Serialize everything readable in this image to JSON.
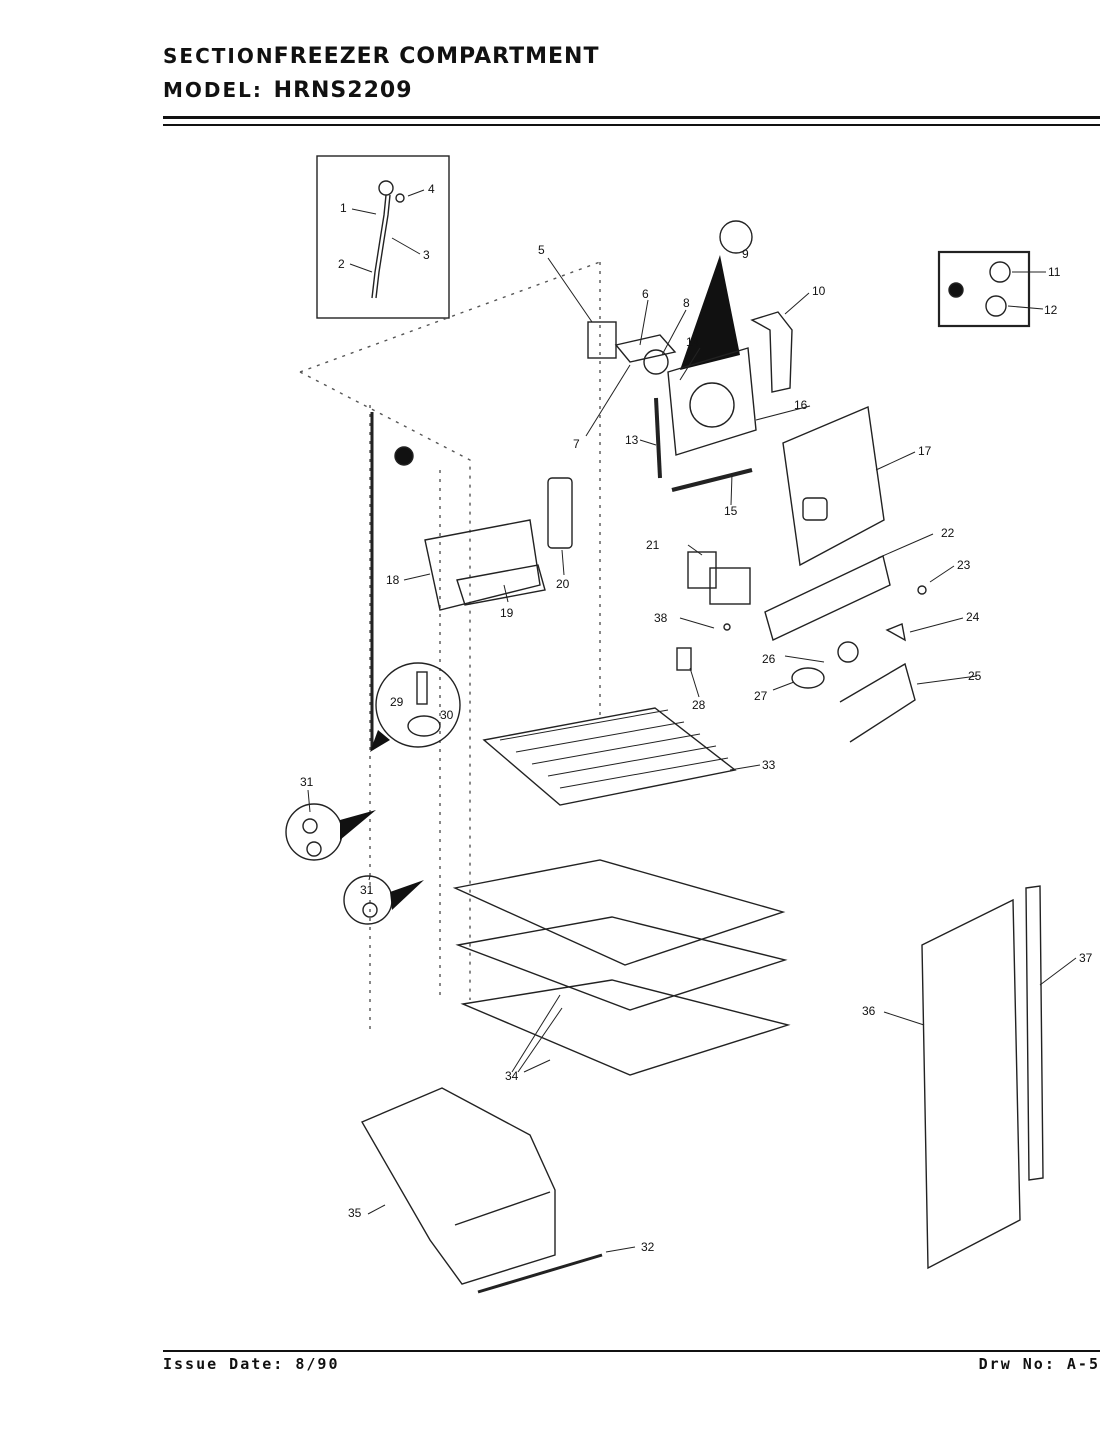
{
  "header": {
    "section_label": "SECTION:",
    "section_value": "FREEZER COMPARTMENT",
    "model_label": "MODEL:",
    "model_value": "HRNS2209"
  },
  "footer": {
    "issue_date": "Issue Date: 8/90",
    "drawing_no": "Drw No: A-5"
  },
  "callouts": [
    "1",
    "2",
    "3",
    "4",
    "5",
    "6",
    "7",
    "8",
    "9",
    "10",
    "11",
    "12",
    "13",
    "14",
    "15",
    "16",
    "17",
    "18",
    "19",
    "20",
    "21",
    "22",
    "23",
    "24",
    "25",
    "26",
    "27",
    "28",
    "29",
    "30",
    "31",
    "31",
    "32",
    "33",
    "34",
    "35",
    "36",
    "37",
    "38"
  ]
}
